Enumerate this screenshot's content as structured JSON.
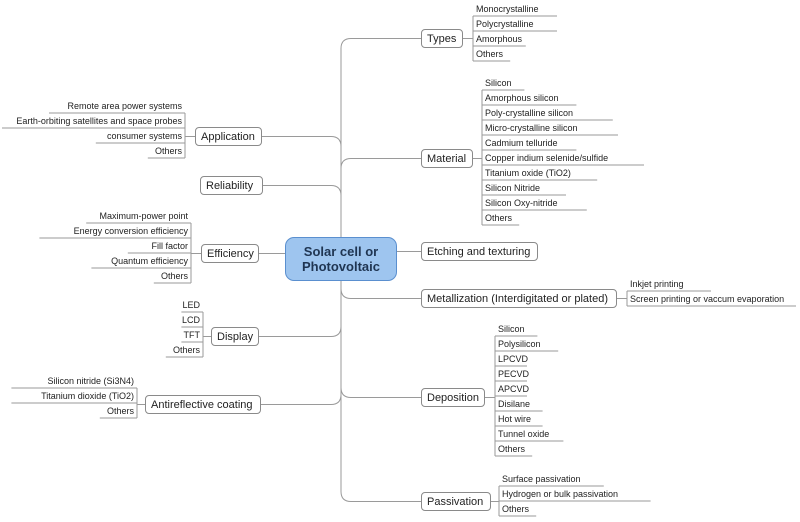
{
  "center": {
    "line1": "Solar cell or",
    "line2": "Photovoltaic"
  },
  "colors": {
    "center_fill": "#9ec5ef",
    "center_border": "#5a8fcf",
    "line": "#9a9a9a"
  },
  "branches": {
    "types": {
      "label": "Types",
      "items": [
        "Monocrystalline",
        "Polycrystalline",
        "Amorphous",
        "Others"
      ]
    },
    "material": {
      "label": "Material",
      "items": [
        "Silicon",
        "Amorphous silicon",
        "Poly-crystalline silicon",
        "Micro-crystalline silicon",
        "Cadmium telluride",
        "Copper indium selenide/sulfide",
        "Titanium oxide (TiO2)",
        "Silicon Nitride",
        "Silicon Oxy-nitride",
        "Others"
      ]
    },
    "etching": {
      "label": "Etching and texturing",
      "items": []
    },
    "metallization": {
      "label": "Metallization (Interdigitated or plated)",
      "items": [
        "Inkjet printing",
        "Screen printing or vaccum evaporation"
      ]
    },
    "deposition": {
      "label": "Deposition",
      "items": [
        "Silicon",
        "Polysilicon",
        "LPCVD",
        "PECVD",
        "APCVD",
        "Disilane",
        "Hot wire",
        "Tunnel oxide",
        "Others"
      ]
    },
    "passivation": {
      "label": "Passivation",
      "items": [
        "Surface passivation",
        "Hydrogen or bulk passivation",
        "Others"
      ]
    },
    "application": {
      "label": "Application",
      "items": [
        "Remote area power systems",
        "Earth-orbiting satellites and space probes",
        "consumer systems",
        "Others"
      ]
    },
    "reliability": {
      "label": "Reliability",
      "items": []
    },
    "efficiency": {
      "label": "Efficiency",
      "items": [
        "Maximum-power point",
        "Energy conversion efficiency",
        "Fill factor",
        "Quantum efficiency",
        "Others"
      ]
    },
    "display": {
      "label": "Display",
      "items": [
        "LED",
        "LCD",
        "TFT",
        "Others"
      ]
    },
    "antireflective": {
      "label": "Antireflective coating",
      "items": [
        "Silicon nitride (Si3N4)",
        "Titanium dioxide (TiO2)",
        "Others"
      ]
    }
  }
}
